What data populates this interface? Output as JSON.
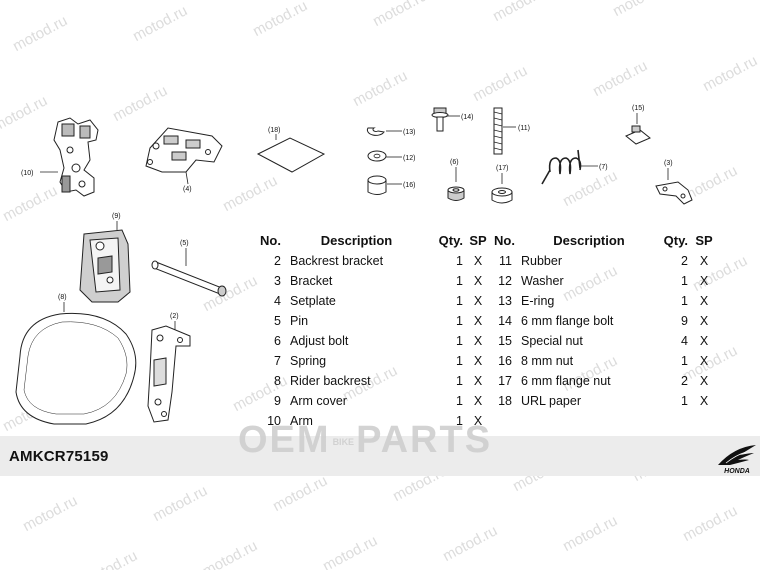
{
  "watermark_text": "motod.ru",
  "brand_watermark": {
    "left": "OEM",
    "middle": "BIKE",
    "right": "PARTS"
  },
  "model_code": "AMKCR75159",
  "brand": "HONDA",
  "callouts": [
    "(10)",
    "(4)",
    "(18)",
    "(13)",
    "(12)",
    "(16)",
    "(14)",
    "(11)",
    "(6)",
    "(17)",
    "(7)",
    "(15)",
    "(3)",
    "(9)",
    "(5)",
    "(8)",
    "(2)"
  ],
  "table_headers": {
    "no": "No.",
    "description": "Description",
    "qty": "Qty.",
    "sp": "SP"
  },
  "parts_left": [
    {
      "no": "2",
      "description": "Backrest bracket",
      "qty": "1",
      "sp": "X"
    },
    {
      "no": "3",
      "description": "Bracket",
      "qty": "1",
      "sp": "X"
    },
    {
      "no": "4",
      "description": "Setplate",
      "qty": "1",
      "sp": "X"
    },
    {
      "no": "5",
      "description": "Pin",
      "qty": "1",
      "sp": "X"
    },
    {
      "no": "6",
      "description": "Adjust bolt",
      "qty": "1",
      "sp": "X"
    },
    {
      "no": "7",
      "description": "Spring",
      "qty": "1",
      "sp": "X"
    },
    {
      "no": "8",
      "description": "Rider backrest",
      "qty": "1",
      "sp": "X"
    },
    {
      "no": "9",
      "description": "Arm cover",
      "qty": "1",
      "sp": "X"
    },
    {
      "no": "10",
      "description": "Arm",
      "qty": "1",
      "sp": "X"
    }
  ],
  "parts_right": [
    {
      "no": "11",
      "description": "Rubber",
      "qty": "2",
      "sp": "X"
    },
    {
      "no": "12",
      "description": "Washer",
      "qty": "1",
      "sp": "X"
    },
    {
      "no": "13",
      "description": "E-ring",
      "qty": "1",
      "sp": "X"
    },
    {
      "no": "14",
      "description": "6 mm flange bolt",
      "qty": "9",
      "sp": "X"
    },
    {
      "no": "15",
      "description": "Special nut",
      "qty": "4",
      "sp": "X"
    },
    {
      "no": "16",
      "description": "8 mm nut",
      "qty": "1",
      "sp": "X"
    },
    {
      "no": "17",
      "description": "6 mm flange nut",
      "qty": "2",
      "sp": "X"
    },
    {
      "no": "18",
      "description": "URL paper",
      "qty": "1",
      "sp": "X"
    }
  ]
}
